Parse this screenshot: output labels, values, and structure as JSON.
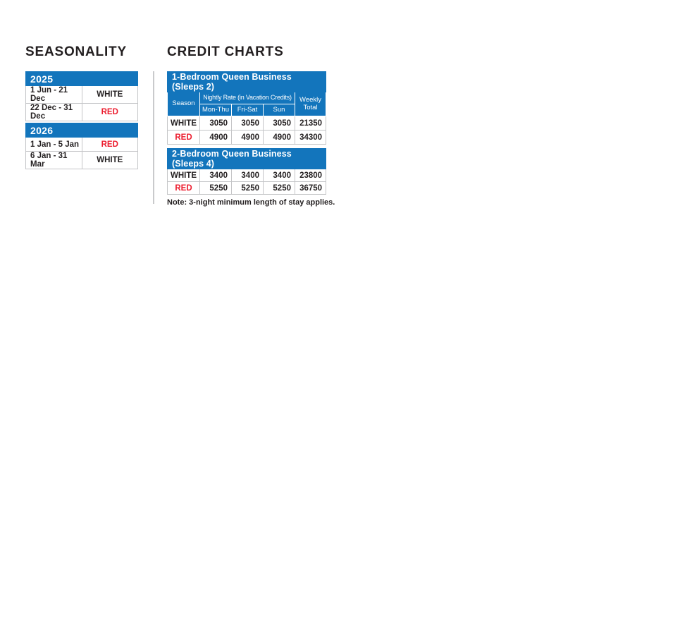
{
  "titles": {
    "seasonality": "SEASONALITY",
    "credit_charts": "CREDIT CHARTS"
  },
  "colors": {
    "header_blue": "#1375bc",
    "red_season": "#ec1c2e",
    "text": "#231f20",
    "border_gray": "#c4c5c7"
  },
  "seasonality": {
    "tables": [
      {
        "year": "2025",
        "rows": [
          {
            "dates": "1 Jun - 21 Dec",
            "season": "WHITE"
          },
          {
            "dates": "22 Dec - 31 Dec",
            "season": "RED"
          }
        ]
      },
      {
        "year": "2026",
        "rows": [
          {
            "dates": "1 Jan - 5 Jan",
            "season": "RED"
          },
          {
            "dates": "6 Jan - 31 Mar",
            "season": "WHITE"
          }
        ]
      }
    ]
  },
  "credit_charts": {
    "column_header": {
      "season": "Season",
      "nightly": "Nightly Rate (in Vacation Credits)",
      "mon_thu": "Mon-Thu",
      "fri_sat": "Fri-Sat",
      "sun": "Sun",
      "weekly": "Weekly Total"
    },
    "tables": [
      {
        "title": "1-Bedroom Queen Business (Sleeps 2)",
        "rows": [
          {
            "season": "WHITE",
            "mon_thu": "3050",
            "fri_sat": "3050",
            "sun": "3050",
            "weekly_total": "21350"
          },
          {
            "season": "RED",
            "mon_thu": "4900",
            "fri_sat": "4900",
            "sun": "4900",
            "weekly_total": "34300"
          }
        ]
      },
      {
        "title": "2-Bedroom Queen Business (Sleeps 4)",
        "rows": [
          {
            "season": "WHITE",
            "mon_thu": "3400",
            "fri_sat": "3400",
            "sun": "3400",
            "weekly_total": "23800"
          },
          {
            "season": "RED",
            "mon_thu": "5250",
            "fri_sat": "5250",
            "sun": "5250",
            "weekly_total": "36750"
          }
        ]
      }
    ]
  },
  "note": {
    "text": "Note: 3-night minimum length of stay applies."
  }
}
